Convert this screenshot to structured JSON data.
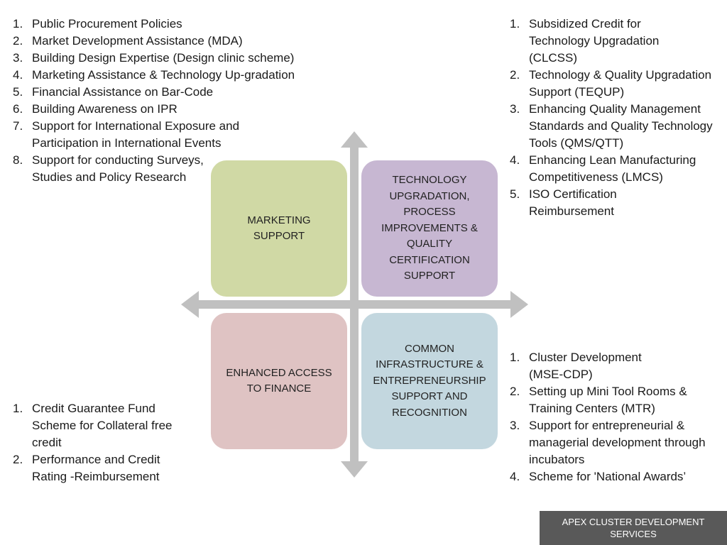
{
  "colors": {
    "marketing": "#d0d9a5",
    "technology": "#c7b7d2",
    "finance": "#dfc3c3",
    "infrastructure": "#c3d7df",
    "arrows": "#c0c0c0",
    "footer": "#595959"
  },
  "quadrants": {
    "marketing": "MARKETING SUPPORT",
    "technology": "TECHNOLOGY UPGRADATION, PROCESS IMPROVEMENTS & QUALITY CERTIFICATION SUPPORT",
    "finance": "ENHANCED ACCESS TO FINANCE",
    "infrastructure": "COMMON INFRASTRUCTURE & ENTREPRENEURSHIP SUPPORT AND RECOGNITION"
  },
  "lists": {
    "marketing": [
      "Public Procurement Policies",
      "Market Development Assistance (MDA)",
      "Building Design Expertise (Design clinic scheme)",
      "Marketing Assistance & Technology Up-gradation",
      "Financial Assistance on Bar-Code",
      "Building Awareness on IPR",
      "Support for International Exposure and Participation in International Events",
      "Support for conducting Surveys, Studies and Policy Research"
    ],
    "technology": [
      "Subsidized Credit for Technology Upgradation (CLCSS)",
      "Technology & Quality Upgradation Support (TEQUP)",
      "Enhancing Quality Management Standards and Quality Technology Tools (QMS/QTT)",
      "Enhancing Lean Manufacturing Competitiveness (LMCS)",
      "ISO Certification Reimbursement"
    ],
    "finance": [
      "Credit Guarantee Fund Scheme for Collateral free credit",
      "Performance and Credit Rating -Reimbursement"
    ],
    "infrastructure": [
      "Cluster Development (MSE-CDP)",
      "Setting up Mini Tool Rooms & Training Centers (MTR)",
      "Support for entrepreneurial & managerial development through incubators",
      "Scheme for 'National Awards’"
    ]
  },
  "footer": "APEX CLUSTER DEVELOPMENT SERVICES"
}
